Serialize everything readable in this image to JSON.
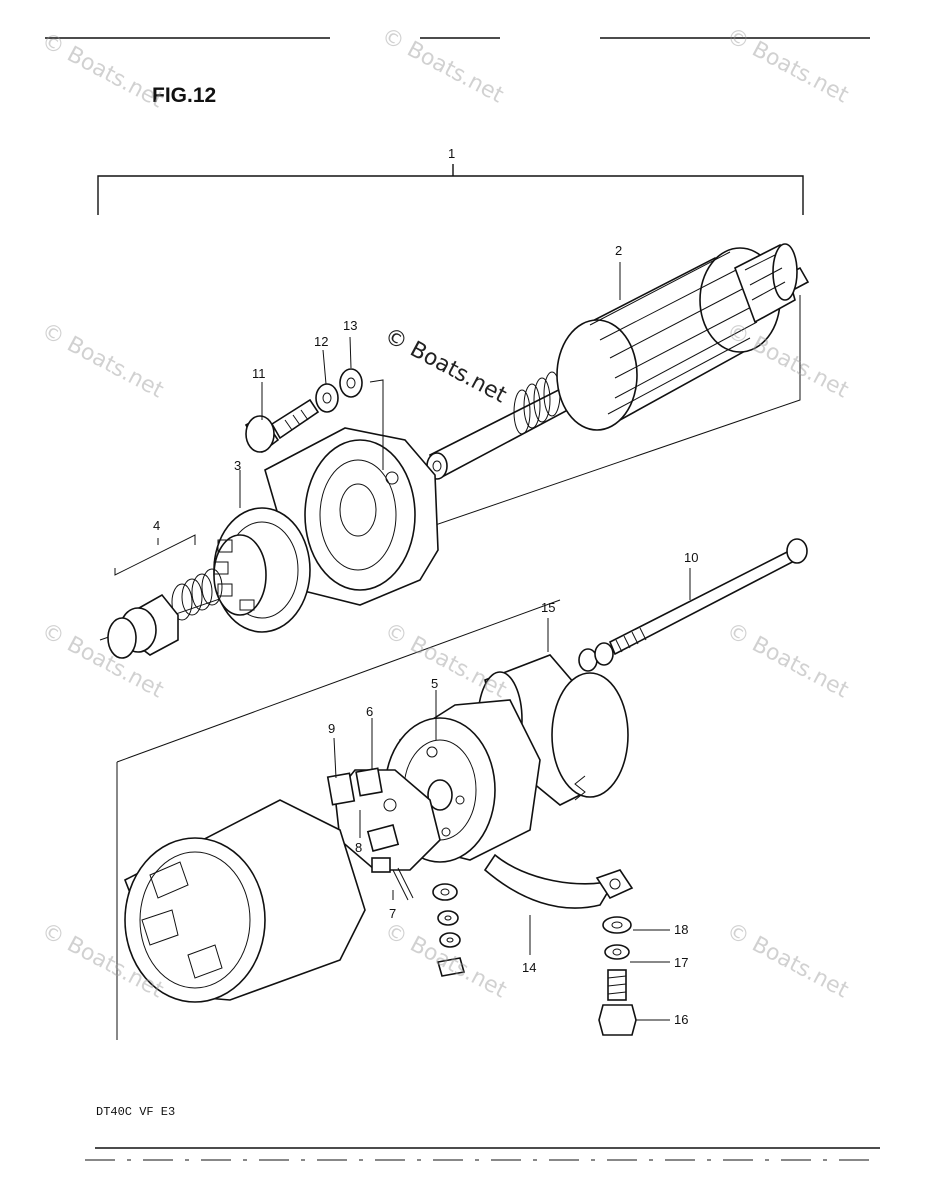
{
  "figure": {
    "title": "FIG.12",
    "model_code": "DT40C VF E3"
  },
  "callouts": [
    "1",
    "2",
    "3",
    "4",
    "5",
    "6",
    "7",
    "8",
    "9",
    "10",
    "11",
    "12",
    "13",
    "14",
    "15",
    "16",
    "17",
    "18"
  ],
  "watermark": {
    "text": "© Boats.net",
    "color": "#9a9a9a"
  }
}
